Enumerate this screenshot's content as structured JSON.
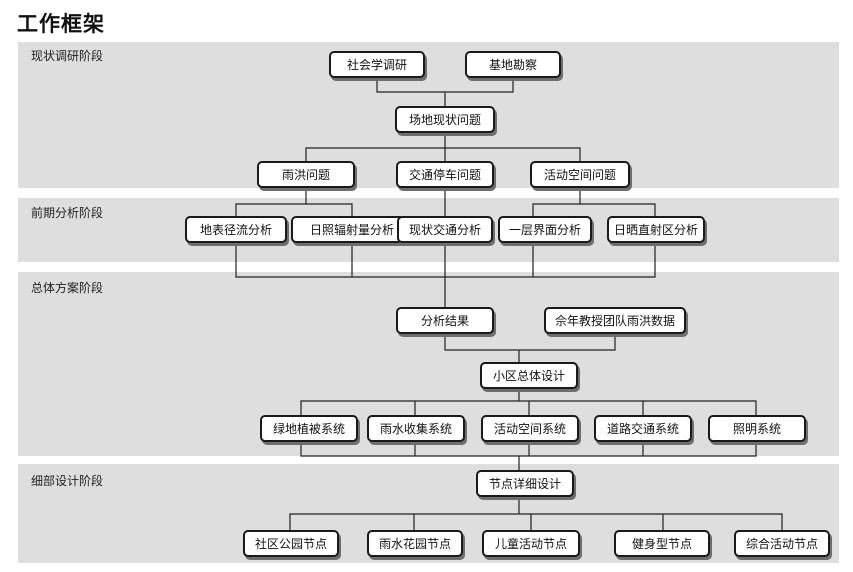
{
  "title": "工作框架",
  "stages": [
    {
      "label": "现状调研阶段"
    },
    {
      "label": "前期分析阶段"
    },
    {
      "label": "总体方案阶段"
    },
    {
      "label": "细部设计阶段"
    }
  ],
  "nodes": {
    "survey": "社会学调研",
    "site_exploration": "基地勘察",
    "site_issues": "场地现状问题",
    "flood_issue": "雨洪问题",
    "parking_issue": "交通停车问题",
    "activity_space_issue": "活动空间问题",
    "runoff_analysis": "地表径流分析",
    "sunlight_analysis": "日照辐射量分析",
    "traffic_analysis": "现状交通分析",
    "ground_floor_analysis": "一层界面分析",
    "direct_sun_analysis": "日晒直射区分析",
    "analysis_result": "分析结果",
    "flood_data": "佘年教授团队雨洪数据",
    "overall_design": "小区总体设计",
    "green_system": "绿地植被系统",
    "rain_collection_system": "雨水收集系统",
    "activity_space_system": "活动空间系统",
    "road_traffic_system": "道路交通系统",
    "lighting_system": "照明系统",
    "node_detail_design": "节点详细设计",
    "community_park_node": "社区公园节点",
    "rain_garden_node": "雨水花园节点",
    "kids_activity_node": "儿童活动节点",
    "fitness_node": "健身型节点",
    "multi_activity_node": "综合活动节点"
  }
}
